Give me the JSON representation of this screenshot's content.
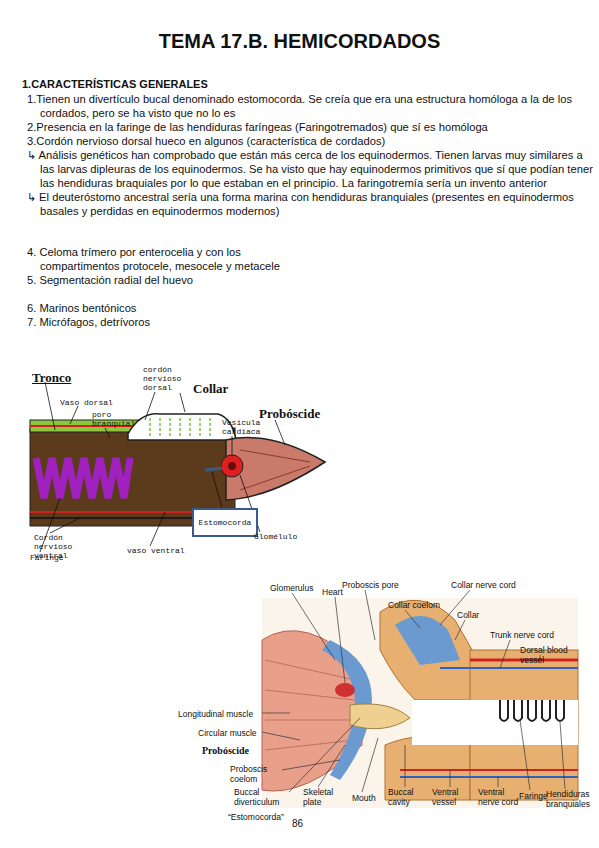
{
  "diagram": {
    "title": "TEMA 17.B. HEMICORDADOS",
    "nodes": [
      {
        "text": [
          "Estomocorda"
        ]
      }
    ],
    "labels": [
      "1.CARACTERÍSTICAS GENERALES",
      "1.Tienen un divertículo bucal denominado estomocorda. Se creía que era una estructura homóloga a la de los cordados, pero se ha visto que no lo es",
      "2.Presencia en la faringe de las hendiduras faríngeas (Faringotremados) que sí es homóloga",
      "3.Cordón nervioso dorsal hueco en algunos (característica de cordados)",
      "↳ Análisis genéticos han comprobado que están más cerca de los equinodermos. Tienen larvas muy similares a las larvas dipleuras de los equinodermos. Se ha visto que hay equinodermos primitivos que sí que podían tener las hendiduras braquiales por lo que estaban en el principio. La faringotremía sería un invento anterior",
      "↳ El deuteróstomo ancestral sería una forma marina con hendiduras branquiales (presentes en equinodermos basales y perdidas en equinodermos modernos)",
      "4. Celoma trímero por enterocelia y con los compartimentos protocele, mesocele y metacele",
      "5. Segmentación radial del huevo",
      "6. Marinos bentónicos",
      "7. Micrófagos, detrívoros",
      "Tronco",
      "cordón nervioso dorsal",
      "Collar",
      "Vaso dorsal",
      "poro branquial",
      "Probóscide",
      "Vesícula cardiaca",
      "Cordón nervioso ventral",
      "Faringe",
      "vaso ventral",
      "Glomélulo",
      "Glomerulus",
      "Heart",
      "Proboscis pore",
      "Collar nerve cord",
      "Collar coelom",
      "Collar",
      "Trunk nerve cord",
      "Dorsal blood vessel",
      "Longitudinal muscle",
      "Circular muscle",
      "Probóscide",
      "Proboscis coelom",
      "Buccal diverticulum",
      "“Estomocorda”",
      "Skeletal plate",
      "Mouth",
      "Buccal cavity",
      "Ventral vessel",
      "Ventral nerve cord",
      "Faringe",
      "Hendiduras branquiales",
      "86"
    ]
  }
}
